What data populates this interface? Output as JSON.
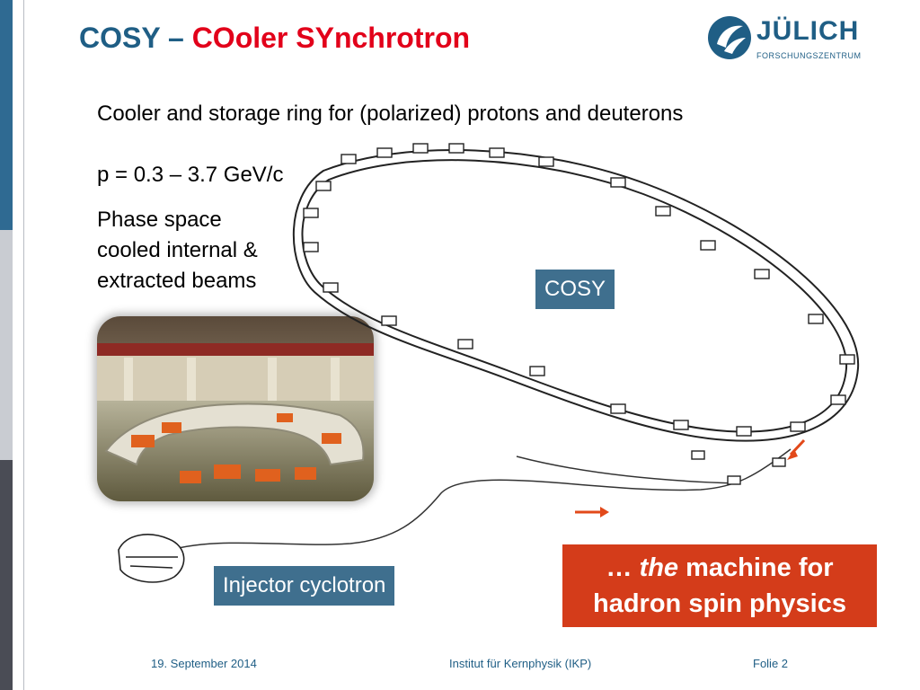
{
  "header": {
    "title_prefix": "COSY – ",
    "title_highlight": "COoler SYnchrotron"
  },
  "logo": {
    "name": "JÜLICH",
    "subtitle": "FORSCHUNGSZENTRUM"
  },
  "body": {
    "line1": "Cooler and storage ring for (polarized) protons and deuterons",
    "line2": "p = 0.3 – 3.7 GeV/c",
    "bullet3": [
      "Phase space",
      "cooled internal &",
      "extracted beams"
    ]
  },
  "diagram": {
    "cosy_label": "COSY",
    "injector_label": "Injector cyclotron"
  },
  "callout": {
    "prefix": "… ",
    "emphasis": "the",
    "line1_rest": " machine for",
    "line2": "hadron spin physics"
  },
  "footer": {
    "date": "19. September 2014",
    "institute": "Institut für Kernphysik (IKP)",
    "slide": "Folie 2"
  },
  "colors": {
    "brand_blue": "#1f5e85",
    "title_red": "#e2001a",
    "callout_bg": "#d43c1a",
    "label_bg": "#3f6f8e"
  }
}
